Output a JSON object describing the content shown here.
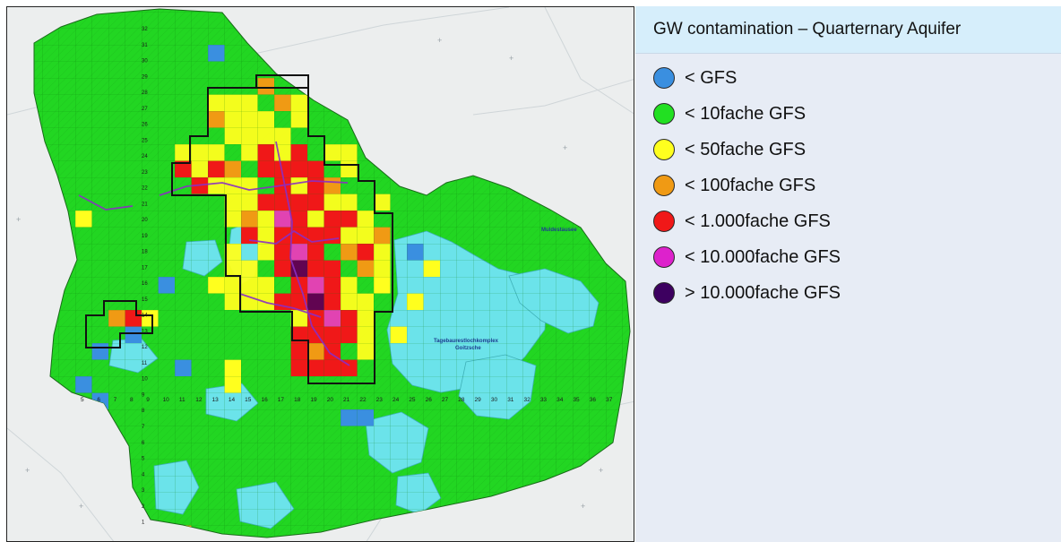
{
  "legend": {
    "title": "GW contamination – Quarternary Aquifer",
    "items": [
      {
        "label": "< GFS",
        "color": "#3a8fe0"
      },
      {
        "label": "< 10fache GFS",
        "color": "#22e022"
      },
      {
        "label": "< 50fache GFS",
        "color": "#ffff1e"
      },
      {
        "label": "< 100fache GFS",
        "color": "#f09a14"
      },
      {
        "label": "< 1.000fache GFS",
        "color": "#f01818"
      },
      {
        "label": "< 10.000fache GFS",
        "color": "#dd22cc"
      },
      {
        "label": "> 10.000fache GFS",
        "color": "#3d0060"
      }
    ]
  },
  "map": {
    "row_numbers": [
      "32",
      "31",
      "30",
      "29",
      "28",
      "27",
      "26",
      "25",
      "24",
      "23",
      "22",
      "21",
      "20",
      "19",
      "18",
      "17",
      "16",
      "15",
      "14",
      "13",
      "12",
      "11",
      "10",
      "9",
      "8",
      "7",
      "6",
      "5",
      "4",
      "3",
      "2",
      "1"
    ],
    "column_numbers": [
      "5",
      "6",
      "7",
      "8",
      "9",
      "10",
      "11",
      "12",
      "13",
      "14",
      "15",
      "16",
      "17",
      "18",
      "19",
      "20",
      "21",
      "22",
      "23",
      "24",
      "25",
      "26",
      "27",
      "28",
      "29",
      "30",
      "31",
      "32",
      "33",
      "34",
      "35",
      "36",
      "37"
    ],
    "place_labels": [
      {
        "text": "Muldestausee",
        "kind": "water"
      },
      {
        "text": "Tagebaurestlochkomplex",
        "kind": "water"
      },
      {
        "text": "Goitzsche",
        "kind": "water"
      }
    ]
  }
}
